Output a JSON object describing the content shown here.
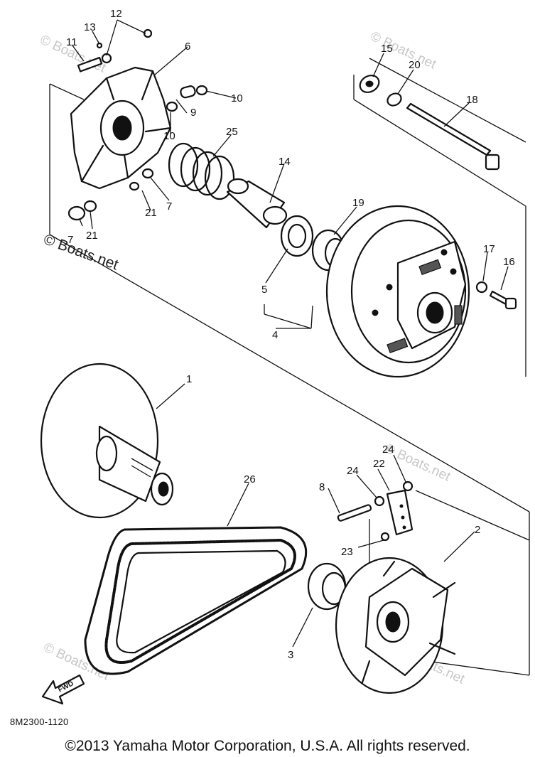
{
  "watermark": {
    "big_text": "© Boats.net",
    "small_text": "© Boats.net"
  },
  "callouts": [
    "1",
    "2",
    "3",
    "4",
    "5",
    "6",
    "7",
    "8",
    "9",
    "10",
    "11",
    "12",
    "13",
    "14",
    "15",
    "16",
    "17",
    "18",
    "19",
    "20",
    "21",
    "22",
    "23",
    "24",
    "25",
    "26"
  ],
  "fwd_label": "FWD",
  "part_code": "8M2300-1120",
  "copyright": "©2013 Yamaha Motor Corporation, U.S.A. All rights reserved."
}
